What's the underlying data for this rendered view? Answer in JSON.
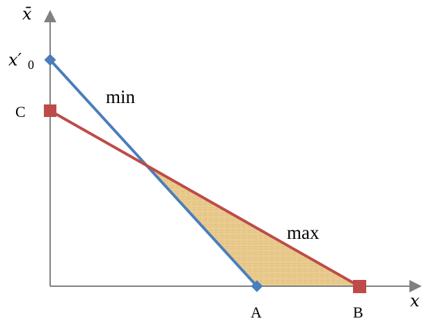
{
  "diagram": {
    "labels": {
      "y_axis": "x̄",
      "x_axis": "x",
      "x0_prime": "x′",
      "x0_sub": "0",
      "point_c": "C",
      "point_a": "A",
      "point_b": "B",
      "line_min": "min",
      "line_max": "max"
    },
    "colors": {
      "axis": "#808080",
      "min_line": "#4a7ebb",
      "max_line": "#be4b48",
      "region_fill": "#e8c98a",
      "region_fill_dark": "#d9b06a"
    }
  }
}
